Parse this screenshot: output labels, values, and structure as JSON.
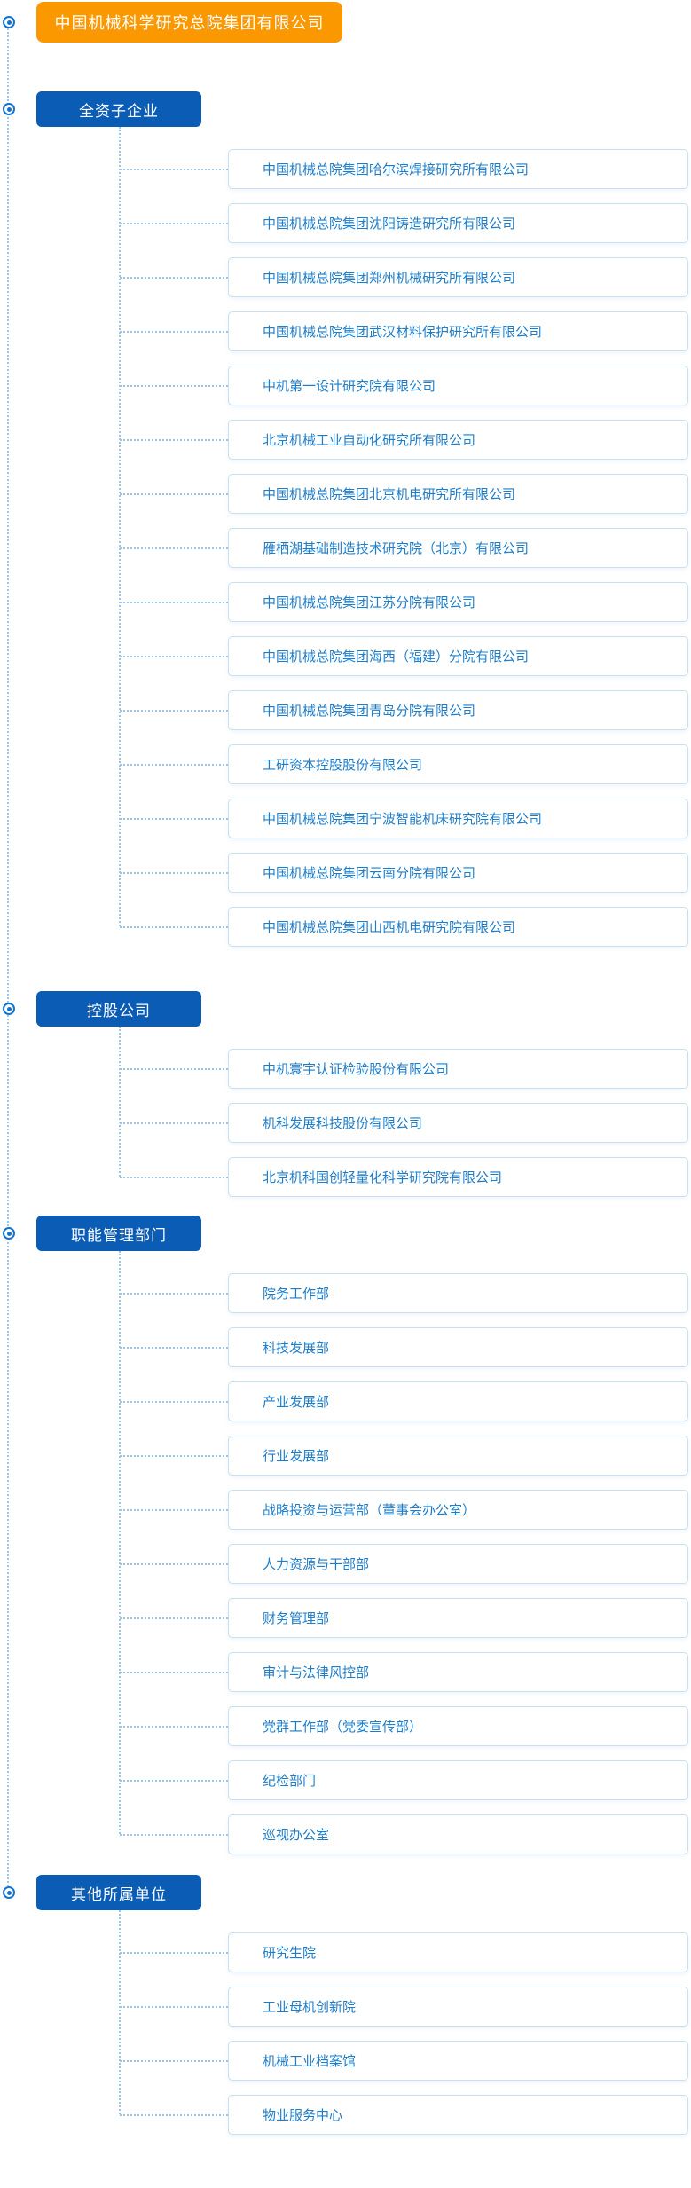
{
  "root": {
    "label": "中国机械科学研究总院集团有限公司"
  },
  "colors": {
    "root_bg": "#FB9800",
    "section_bg": "#0A5CB5",
    "item_text": "#1E7DC8",
    "item_border": "#C9DFF2",
    "connector": "#9CC5E8",
    "bullet": "#1273D0"
  },
  "sections": [
    {
      "label": "全资子企业",
      "items": [
        "中国机械总院集团哈尔滨焊接研究所有限公司",
        "中国机械总院集团沈阳铸造研究所有限公司",
        "中国机械总院集团郑州机械研究所有限公司",
        "中国机械总院集团武汉材料保护研究所有限公司",
        "中机第一设计研究院有限公司",
        "北京机械工业自动化研究所有限公司",
        "中国机械总院集团北京机电研究所有限公司",
        "雁栖湖基础制造技术研究院（北京）有限公司",
        "中国机械总院集团江苏分院有限公司",
        "中国机械总院集团海西（福建）分院有限公司",
        "中国机械总院集团青岛分院有限公司",
        "工研资本控股股份有限公司",
        "中国机械总院集团宁波智能机床研究院有限公司",
        "中国机械总院集团云南分院有限公司",
        "中国机械总院集团山西机电研究院有限公司"
      ]
    },
    {
      "label": "控股公司",
      "items": [
        "中机寰宇认证检验股份有限公司",
        "机科发展科技股份有限公司",
        "北京机科国创轻量化科学研究院有限公司"
      ]
    },
    {
      "label": "职能管理部门",
      "items": [
        "院务工作部",
        "科技发展部",
        "产业发展部",
        "行业发展部",
        "战略投资与运营部（董事会办公室）",
        "人力资源与干部部",
        "财务管理部",
        "审计与法律风控部",
        "党群工作部（党委宣传部）",
        "纪检部门",
        "巡视办公室"
      ]
    },
    {
      "label": "其他所属单位",
      "items": [
        "研究生院",
        "工业母机创新院",
        "机械工业档案馆",
        "物业服务中心"
      ]
    }
  ]
}
